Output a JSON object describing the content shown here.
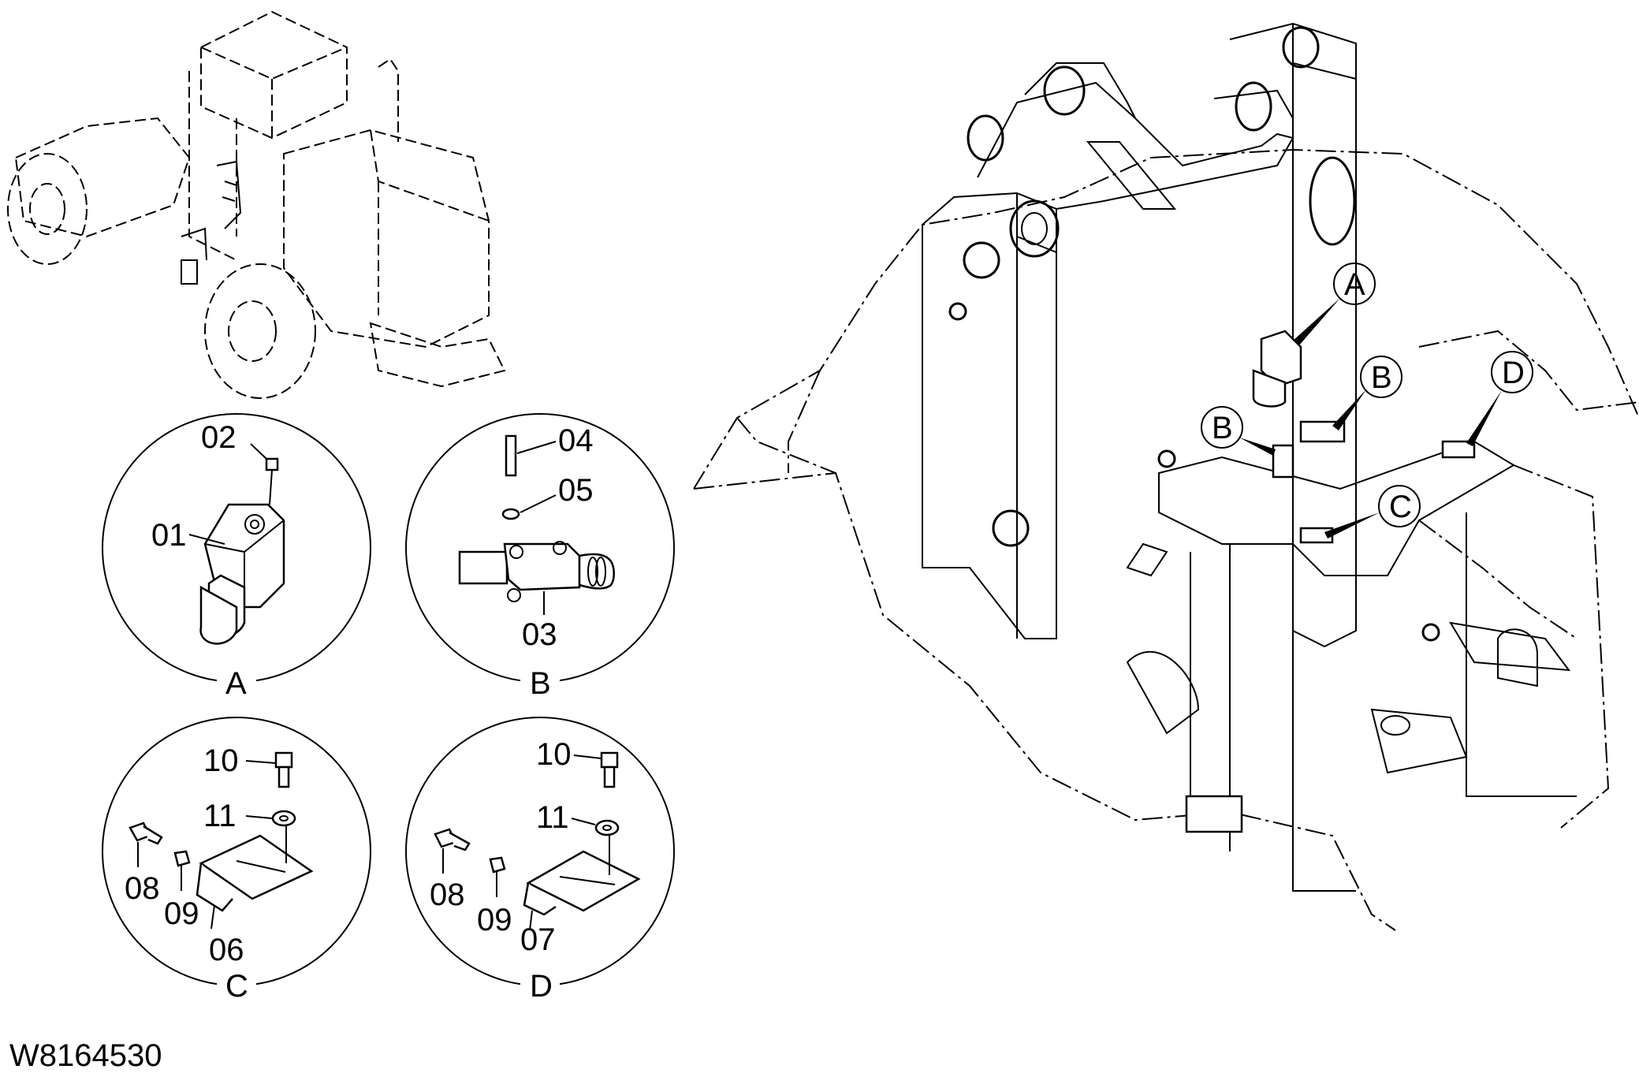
{
  "drawing_code": "W8164530",
  "details": [
    {
      "id": "A",
      "label": "A",
      "parts": [
        "02",
        "01"
      ]
    },
    {
      "id": "B",
      "label": "B",
      "parts": [
        "04",
        "05",
        "03"
      ]
    },
    {
      "id": "C",
      "label": "C",
      "parts": [
        "10",
        "11",
        "08",
        "09",
        "06"
      ]
    },
    {
      "id": "D",
      "label": "D",
      "parts": [
        "10",
        "11",
        "08",
        "09",
        "07"
      ]
    }
  ],
  "callouts": [
    "A",
    "B",
    "B",
    "C",
    "D"
  ]
}
